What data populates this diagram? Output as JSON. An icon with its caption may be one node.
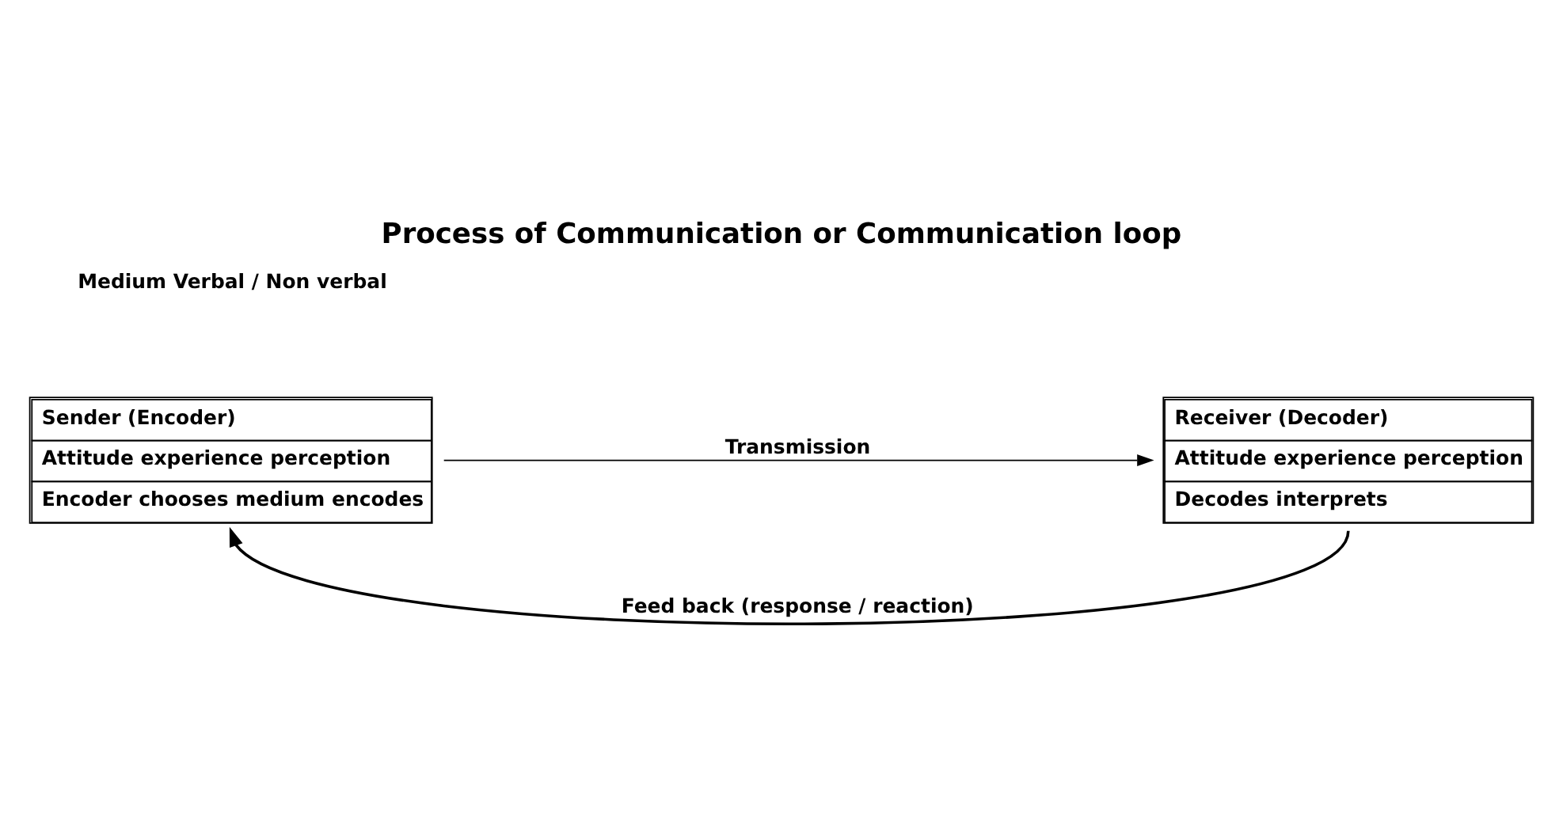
{
  "diagram": {
    "title": "Process of Communication or Communication loop",
    "nodes": [
      {
        "text": [
          "Sender (Encoder)",
          "Attitude experience perception",
          "Encoder chooses medium encodes"
        ]
      },
      {
        "text": [
          "Receiver (Decoder)",
          "Attitude experience perception",
          "Decodes interprets"
        ]
      }
    ],
    "edges": [
      {
        "from": 0,
        "to": 1,
        "arrow": "to",
        "label": "Transmission"
      },
      {
        "from": 1,
        "to": 0,
        "arrow": "to",
        "label": "Feed back (response / reaction)"
      }
    ],
    "labels": [
      "Medium Verbal / Non verbal"
    ]
  }
}
